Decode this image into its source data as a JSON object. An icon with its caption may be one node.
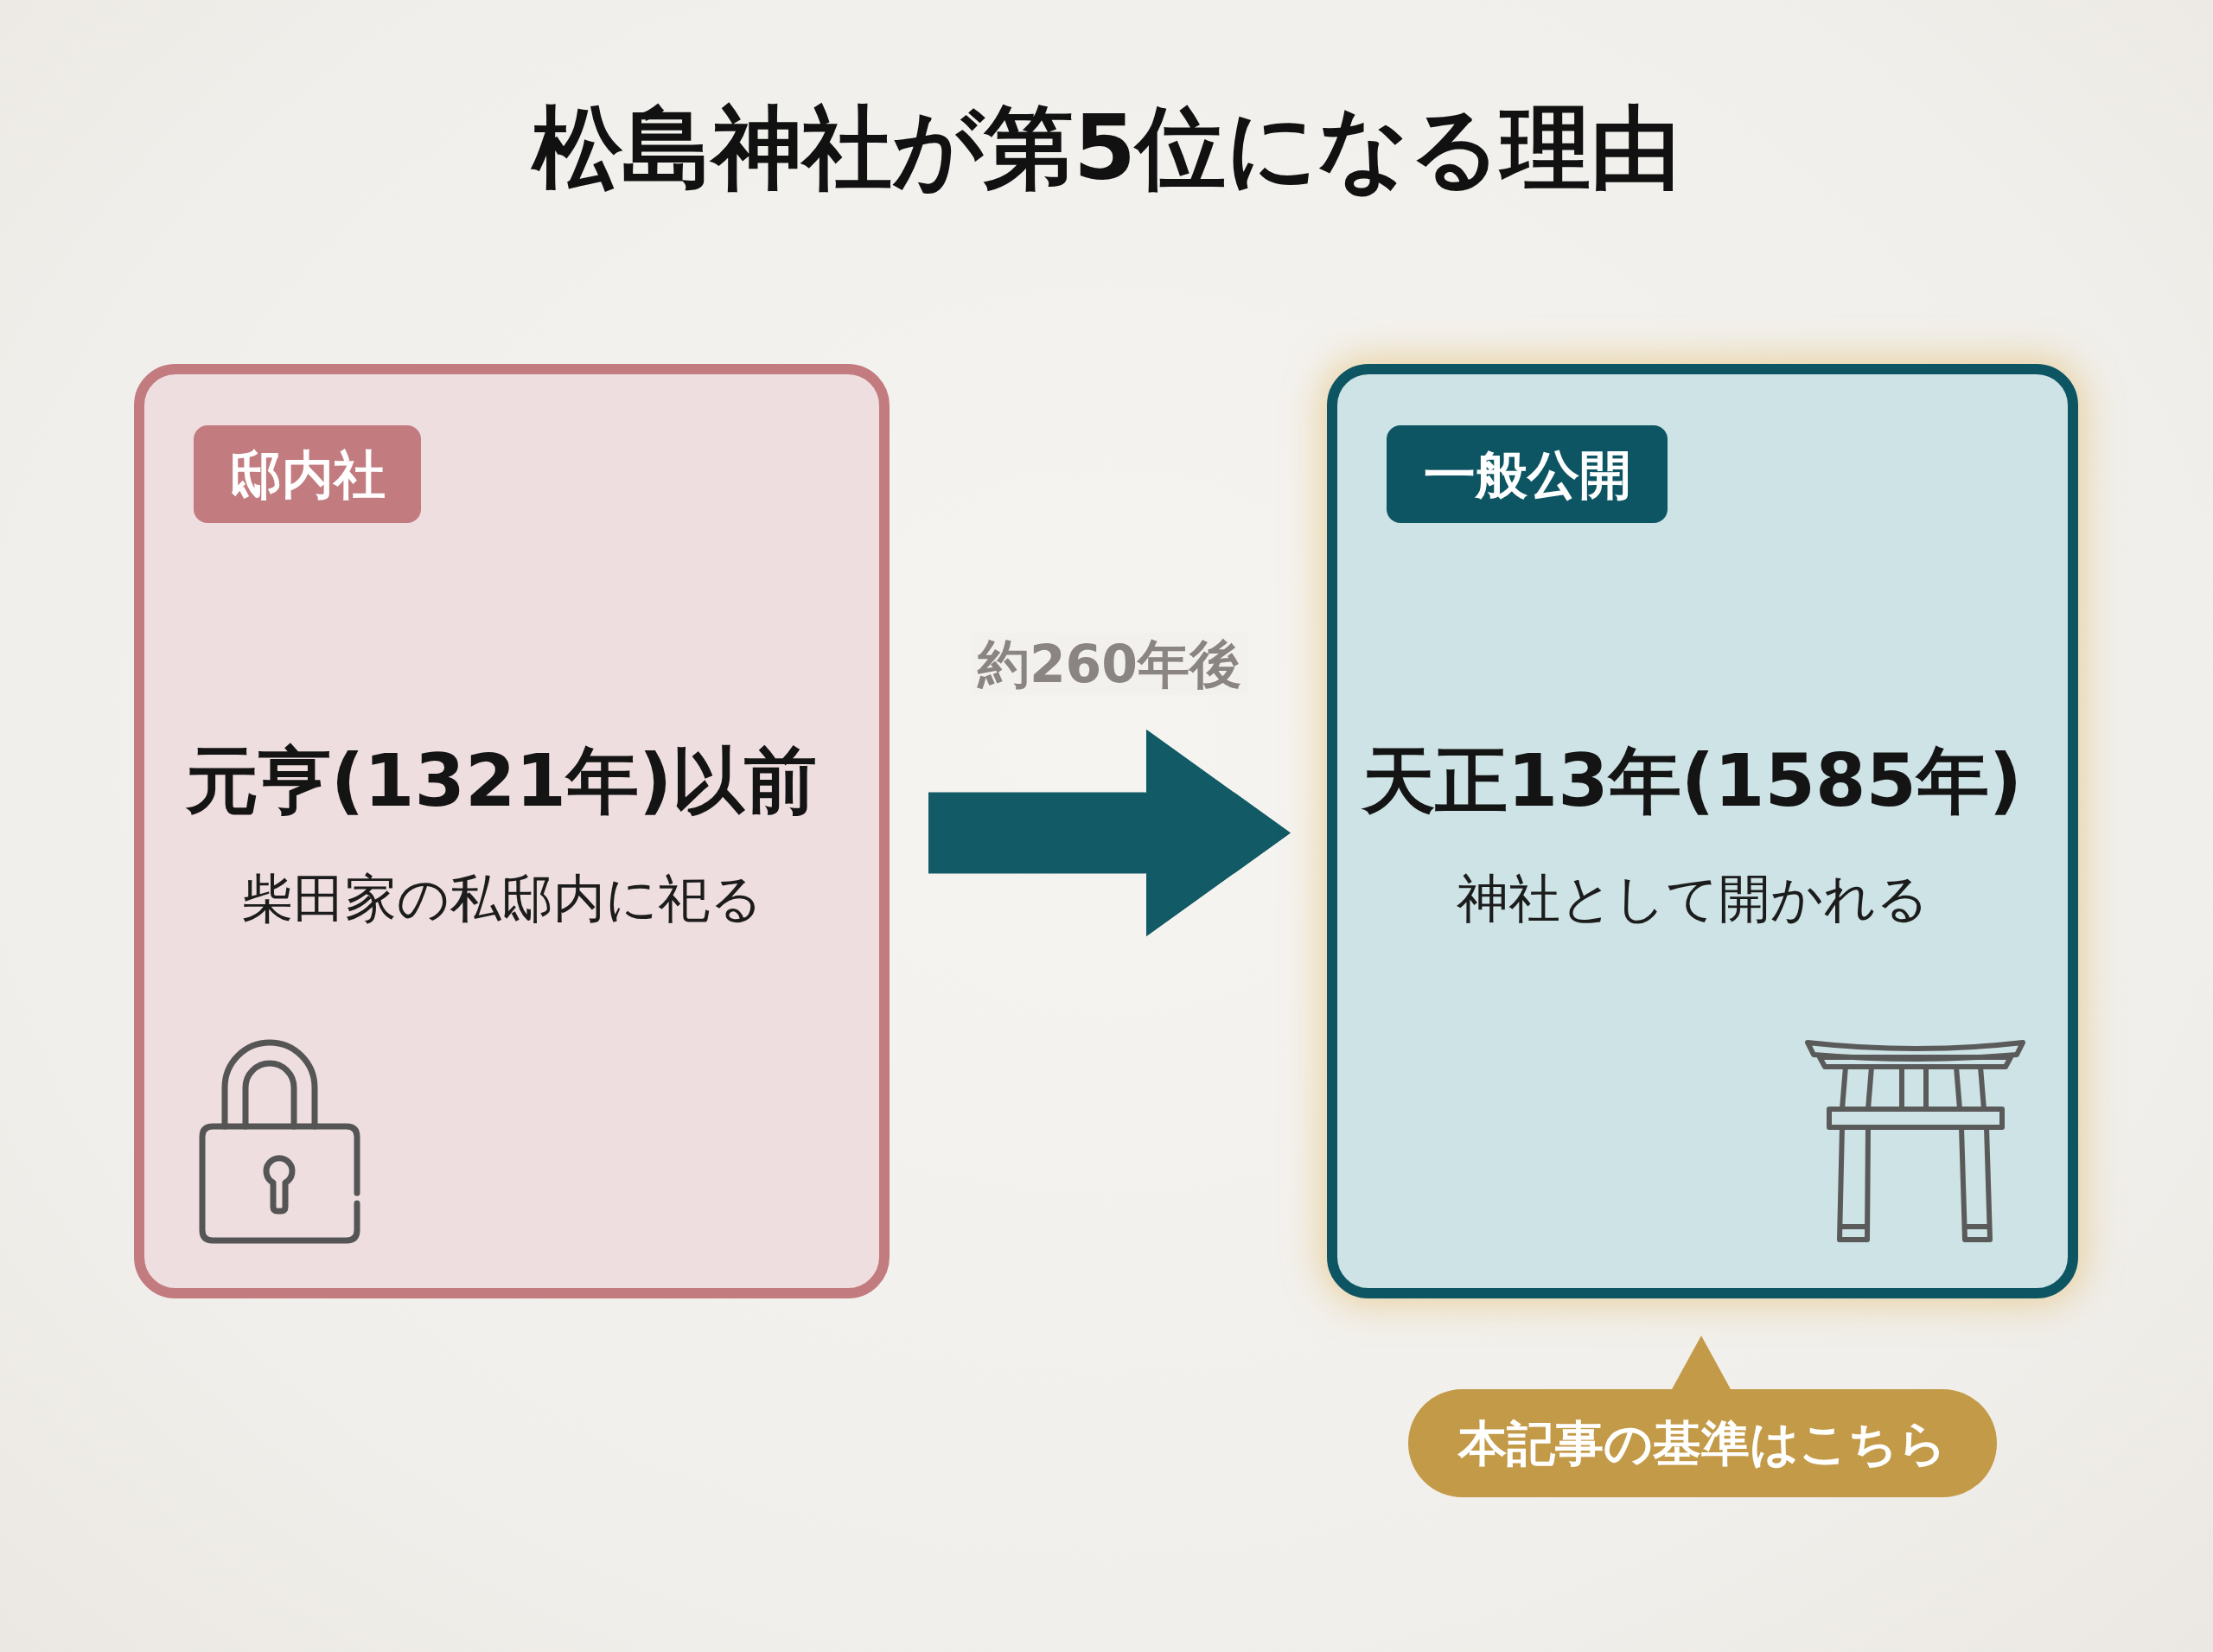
{
  "diagram": {
    "title": "松島神社が第5位になる理由",
    "nodes": [
      {
        "text": [
          "元亨(1321年)以前",
          "柴田家の私邸内に祀る"
        ]
      },
      {
        "text": [
          "邸内社"
        ],
        "in": 0
      },
      {
        "text": [
          "天正13年(1585年)",
          "神社として開かれる"
        ]
      },
      {
        "text": [
          "一般公開"
        ],
        "in": 2
      },
      {
        "text": [
          "本記事の基準はこちら"
        ]
      }
    ],
    "edges": [
      {
        "from": 0,
        "to": 2,
        "arrow": "to",
        "label": "約260年後"
      }
    ]
  }
}
